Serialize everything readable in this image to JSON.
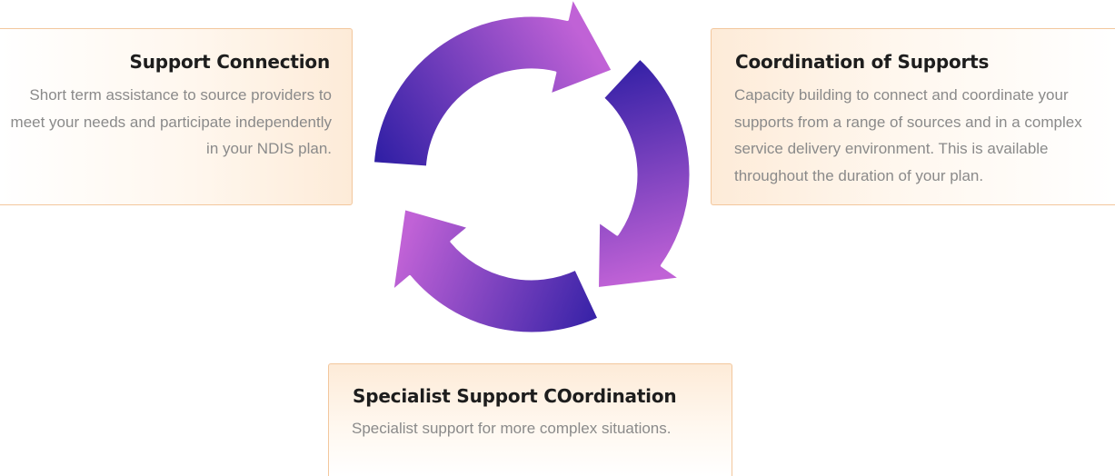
{
  "diagram": {
    "nodes": [
      {
        "id": "support-connection",
        "title": "Support Connection",
        "description": "Short term assistance to source providers to meet your needs and participate independently in your NDIS plan."
      },
      {
        "id": "coordination-of-supports",
        "title": "Coordination of Supports",
        "description": "Capacity building to connect and coordinate your supports from a range of sources and in a complex service delivery environment. This is available  throughout the duration of your plan."
      },
      {
        "id": "specialist-support-coordination",
        "title": "Specialist Support COordination",
        "description": "Specialist support for more complex situations."
      }
    ],
    "cycle": {
      "arrow_count": 3,
      "direction": "clockwise",
      "gradient_start": "#2e1ea4",
      "gradient_end": "#c062d6"
    },
    "colors": {
      "callout_border": "#f3c79d",
      "callout_fill": "#fdebd8",
      "title_text": "#1d1d1d",
      "body_text": "#8a8a8a"
    }
  }
}
